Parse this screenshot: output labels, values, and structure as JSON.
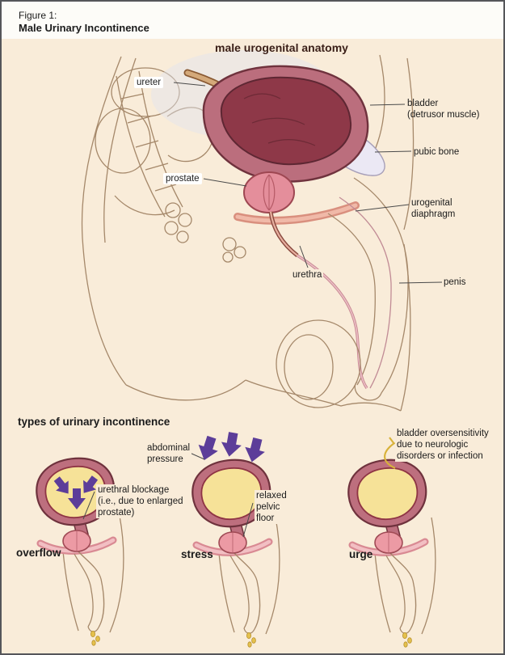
{
  "figure": {
    "label": "Figure 1:",
    "title": "Male Urinary Incontinence"
  },
  "anatomy": {
    "title": "male urogenital anatomy",
    "labels": {
      "ureter": "ureter",
      "bladder": [
        "bladder",
        "(detrusor muscle)"
      ],
      "pubic_bone": "pubic bone",
      "prostate": "prostate",
      "urogenital_diaphragm": [
        "urogenital",
        "diaphragm"
      ],
      "urethra": "urethra",
      "penis": "penis"
    }
  },
  "types": {
    "heading": "types of urinary incontinence",
    "overflow": {
      "name": "overflow",
      "blockage": [
        "urethral blockage",
        "(i.e., due to enlarged",
        "prostate)"
      ]
    },
    "stress": {
      "name": "stress",
      "pressure": [
        "abdominal",
        "pressure"
      ],
      "pelvic": [
        "relaxed",
        "pelvic",
        "floor"
      ]
    },
    "urge": {
      "name": "urge",
      "oversensitivity": [
        "bladder oversensitivity",
        "due to neurologic",
        "disorders or infection"
      ]
    }
  },
  "colors": {
    "background": "#f9ecd9",
    "frame": "#55565a",
    "bladder_wall": "#bb6e7d",
    "bladder_interior": "#8e3848",
    "mini_bladder_fill": "#f6e298",
    "prostate": "#e794a0",
    "pubic_bone": "#ebe8f4",
    "pressure_arrow": "#5c3d99",
    "nerve": "#d8b23a",
    "body_outline": "#a5886a"
  }
}
